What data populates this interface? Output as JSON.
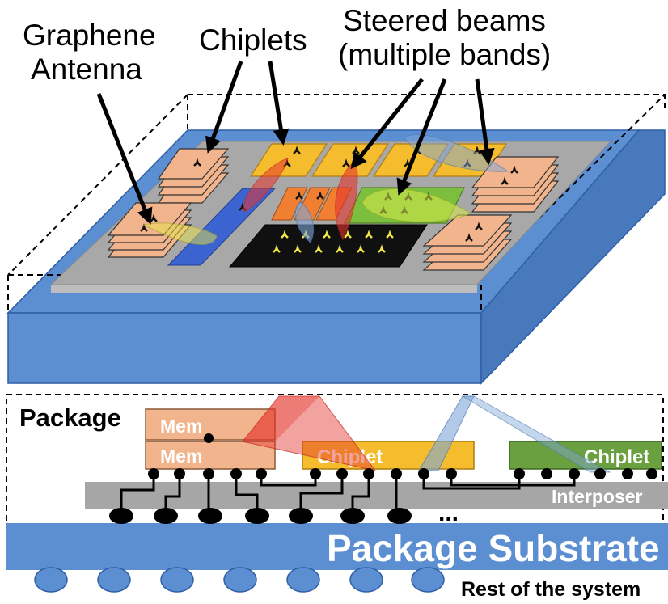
{
  "labels": {
    "graphene_antenna_line1": "Graphene",
    "graphene_antenna_line2": "Antenna",
    "chiplets": "Chiplets",
    "steered_beams_line1": "Steered beams",
    "steered_beams_line2": "(multiple bands)",
    "package": "Package",
    "mem_top": "Mem",
    "mem_bottom": "Mem",
    "chiplet_center": "Chiplet",
    "chiplet_right": "Chiplet",
    "interposer": "Interposer",
    "ellipsis": "...",
    "package_substrate": "Package Substrate",
    "rest_of_system": "Rest of the system"
  },
  "colors": {
    "substrate_blue": "#5b8fd2",
    "interposer_gray": "#a6a6a6",
    "mem_orange": "#f2b48c",
    "chiplet_yellow": "#f5bd2e",
    "chiplet_green": "#6aa040",
    "chip_black": "#101010",
    "blue_chip": "#3c64d0"
  }
}
